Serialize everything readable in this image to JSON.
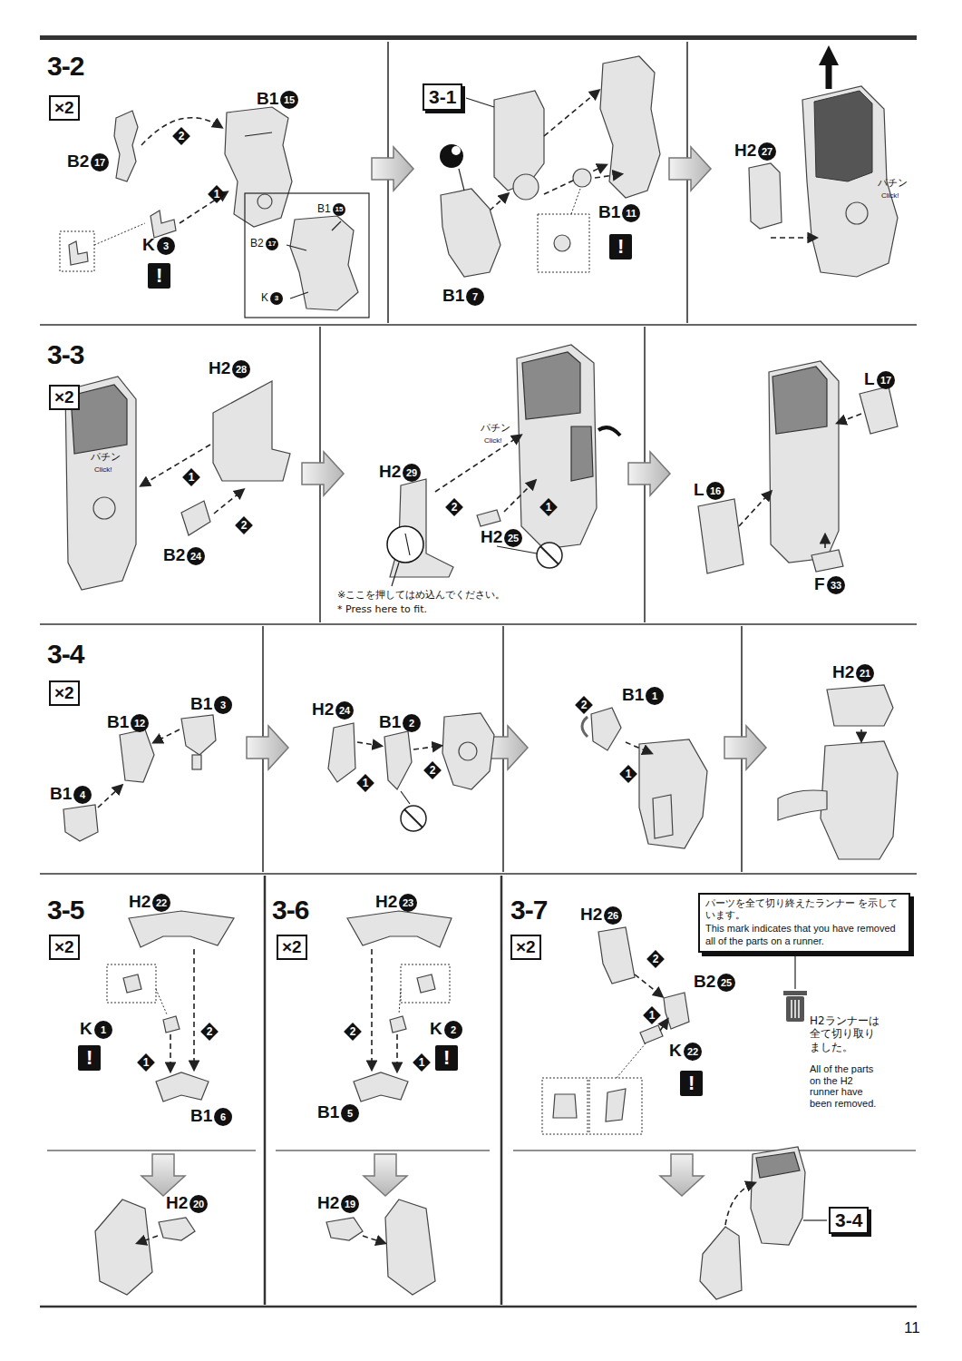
{
  "diagram": {
    "nodes": [
      {
        "text": [
          "×2"
        ]
      },
      {
        "text": [
          "!"
        ]
      },
      {
        "text": [
          "3-1"
        ]
      },
      {
        "text": [
          "!"
        ]
      },
      {
        "text": [
          "×2"
        ]
      },
      {
        "text": [
          "×2"
        ]
      },
      {
        "text": [
          "×2"
        ]
      },
      {
        "text": [
          "!"
        ]
      },
      {
        "text": [
          "×2"
        ]
      },
      {
        "text": [
          "!"
        ]
      },
      {
        "text": [
          "×2"
        ]
      },
      {
        "text": [
          "!"
        ]
      },
      {
        "text": [
          "パーツを全て切り終えたランナー を示しています。",
          "This mark indicates that you have removed all of the parts on a runner."
        ]
      },
      {
        "text": [
          "3-4"
        ]
      }
    ],
    "labels": [
      "3-2",
      "B2",
      "17",
      "B1",
      "15",
      "K",
      "3",
      "2",
      "1",
      "B1",
      "15",
      "B2",
      "17",
      "K",
      "3",
      "B1",
      "11",
      "B1",
      "7",
      "H2",
      "27",
      "パチン",
      "Click!",
      "3-3",
      "H2",
      "28",
      "パチン",
      "Click!",
      "1",
      "2",
      "B2",
      "24",
      "H2",
      "29",
      "2",
      "1",
      "H2",
      "25",
      "パチン",
      "Click!",
      "※ここを押してはめ込んでください。",
      "* Press here to fit.",
      "L",
      "17",
      "L",
      "16",
      "F",
      "33",
      "3-4",
      "B1",
      "12",
      "B1",
      "3",
      "B1",
      "4",
      "H2",
      "24",
      "B1",
      "2",
      "1",
      "2",
      "2",
      "B1",
      "1",
      "1",
      "H2",
      "21",
      "3-5",
      "H2",
      "22",
      "K",
      "1",
      "1",
      "2",
      "B1",
      "6",
      "H2",
      "20",
      "3-6",
      "H2",
      "23",
      "2",
      "1",
      "K",
      "2",
      "B1",
      "5",
      "H2",
      "19",
      "3-7",
      "H2",
      "26",
      "2",
      "1",
      "B2",
      "25",
      "K",
      "22",
      "H2ランナーは 全て切り取り ました。",
      "All of the parts on the H2 runner have been removed.",
      "11"
    ]
  }
}
